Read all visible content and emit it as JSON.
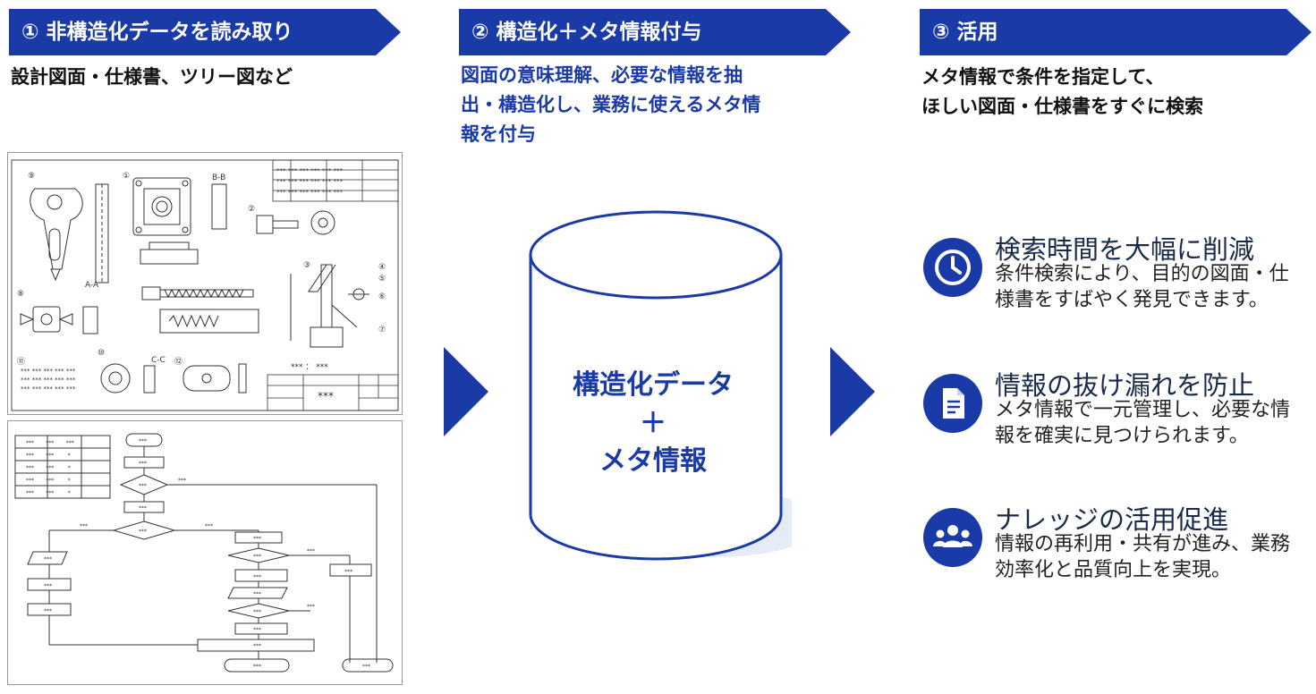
{
  "steps": [
    {
      "title": "① 非構造化データを読み取り",
      "desc": "設計図面・仕様書、ツリー図など"
    },
    {
      "title": "② 構造化＋メタ情報付与",
      "desc_lines": [
        "図面の意味理解、必要な情報を抽",
        "出・構造化し、業務に使えるメタ情",
        "報を付与"
      ]
    },
    {
      "title": "③ 活用",
      "desc_lines": [
        "メタ情報で条件を指定して、",
        "ほしい図面・仕様書をすぐに検索"
      ]
    }
  ],
  "database": {
    "line1": "構造化データ",
    "line2": "＋",
    "line3": "メタ情報"
  },
  "drawing": {
    "placeholder": "***",
    "title_block": "*** ： ***",
    "numbers": [
      "⑨",
      "①",
      "②",
      "③",
      "④",
      "⑤",
      "⑥",
      "⑦",
      "⑧",
      "⑩",
      "⑪",
      "⑫"
    ],
    "section_labels": [
      "A-A",
      "B-B",
      "C-C"
    ]
  },
  "benefits": [
    {
      "icon": "clock-icon",
      "title": "検索時間を大幅に削減",
      "desc": "条件検索により、目的の図面・仕様書をすばやく発見できます。"
    },
    {
      "icon": "document-icon",
      "title": "情報の抜け漏れを防止",
      "desc": "メタ情報で一元管理し、必要な情報を確実に見つけられます。"
    },
    {
      "icon": "people-icon",
      "title": "ナレッジの活用促進",
      "desc": "情報の再利用・共有が進み、業務効率化と品質向上を実現。"
    }
  ],
  "colors": {
    "accent": "#1a3aa8",
    "accent_light": "#e6ebf8"
  }
}
